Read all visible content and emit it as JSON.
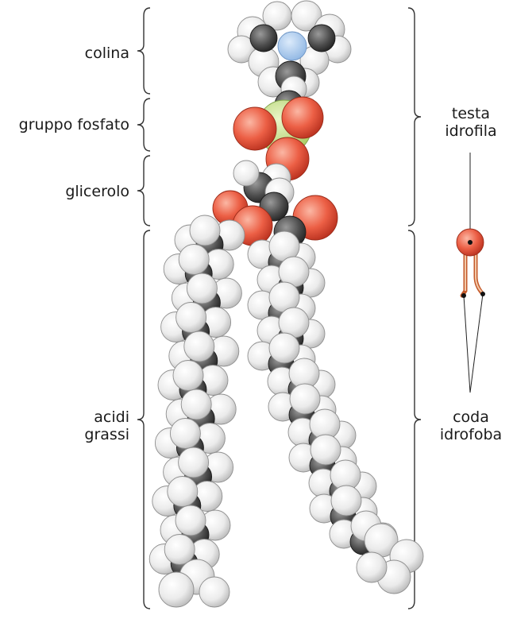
{
  "labels": {
    "colina": "colina",
    "gruppo_fosfato": "gruppo fosfato",
    "glicerolo": "glicerolo",
    "acidi_grassi": [
      "acidi",
      "grassi"
    ],
    "testa_idrofila": [
      "testa",
      "idrofila"
    ],
    "coda_idrofoba": [
      "coda",
      "idrofoba"
    ]
  },
  "colors": {
    "oxygen": "#e8604a",
    "carbon": "#5a5a5a",
    "hydrogen": "#f2f2f2",
    "phosphorus": "#c8e08a",
    "nitrogen": "#a8c8ec",
    "bracket": "#333333"
  }
}
